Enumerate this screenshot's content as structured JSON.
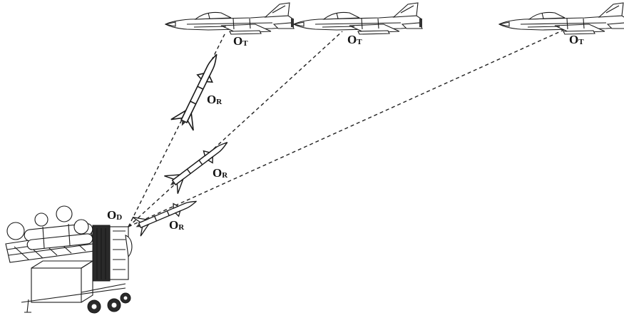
{
  "labels": {
    "target_1": {
      "main": "O",
      "sub": "T"
    },
    "target_2": {
      "main": "O",
      "sub": "T"
    },
    "target_3": {
      "main": "O",
      "sub": "T"
    },
    "missile_1": {
      "main": "O",
      "sub": "R"
    },
    "missile_2": {
      "main": "O",
      "sub": "R"
    },
    "missile_3": {
      "main": "O",
      "sub": "R"
    },
    "launcher": {
      "main": "O",
      "sub": "D"
    }
  },
  "colors": {
    "ink": "#1a1a1a",
    "background": "#ffffff"
  },
  "icons": {
    "aircraft": "jet-fighter-icon",
    "missile": "missile-icon",
    "launcher": "missile-launcher-vehicle-icon"
  }
}
